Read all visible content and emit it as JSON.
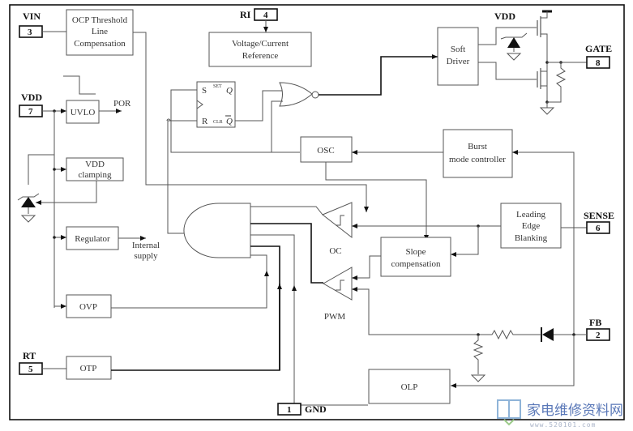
{
  "pins": {
    "vin": {
      "label": "VIN",
      "number": "3"
    },
    "vdd": {
      "label": "VDD",
      "number": "7"
    },
    "rt": {
      "label": "RT",
      "number": "5"
    },
    "ri": {
      "label": "RI",
      "number": "4"
    },
    "gate": {
      "label": "GATE",
      "number": "8"
    },
    "sense": {
      "label": "SENSE",
      "number": "6"
    },
    "fb": {
      "label": "FB",
      "number": "2"
    },
    "gnd": {
      "label": "GND",
      "number": "1"
    }
  },
  "blocks": {
    "ocp": [
      "OCP Threshold",
      "Line",
      "Compensation"
    ],
    "reference": [
      "Voltage/Current",
      "Reference"
    ],
    "uvlo": "UVLO",
    "vdd_clamp": [
      "VDD",
      "clamping"
    ],
    "regulator": "Regulator",
    "ovp": "OVP",
    "otp": "OTP",
    "osc": "OSC",
    "burst": [
      "Burst",
      "mode controller"
    ],
    "soft_driver": [
      "Soft",
      "Driver"
    ],
    "leb": [
      "Leading",
      "Edge",
      "Blanking"
    ],
    "slope": [
      "Slope",
      "compensation"
    ],
    "olp": "OLP"
  },
  "labels": {
    "por": "POR",
    "internal_supply": [
      "Internal",
      "supply"
    ],
    "oc": "OC",
    "pwm": "PWM",
    "vdd_top": "VDD",
    "ff_s": "S",
    "ff_r": "R",
    "ff_q": "Q",
    "ff_qbar": "Q",
    "ff_set": "SET",
    "ff_clr": "CLR"
  },
  "watermark": {
    "site_name": "家电维修资料网",
    "url": "www.520101.com"
  }
}
